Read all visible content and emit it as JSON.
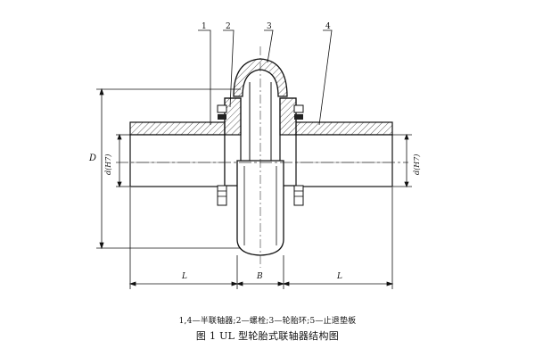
{
  "callouts": {
    "c1": "1",
    "c2": "2",
    "c3": "3",
    "c4": "4"
  },
  "dimensions": {
    "D": "D",
    "d_left": "d(H7)",
    "d_right": "d(H7)",
    "L_left": "L",
    "B": "B",
    "L_right": "L"
  },
  "caption": {
    "legend": "1,4—半联轴器;2—螺栓;3—轮胎环;5—止退垫板",
    "title": "图 1   UL 型轮胎式联轴器结构图"
  }
}
